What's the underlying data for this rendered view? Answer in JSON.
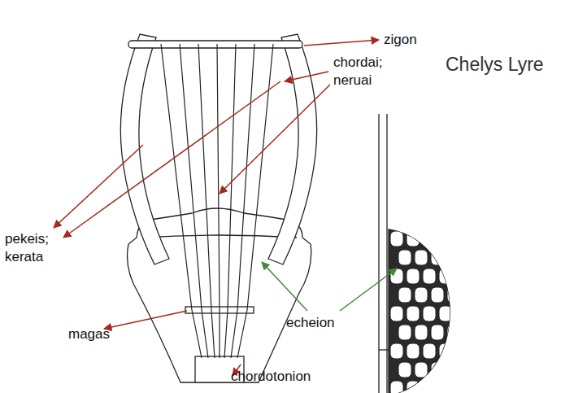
{
  "diagram": {
    "title": "Chelys Lyre",
    "labels": [
      "zigon",
      "chordai; neruai",
      "pekeis; kerata",
      "echeion",
      "magas",
      "chordotonion"
    ]
  }
}
